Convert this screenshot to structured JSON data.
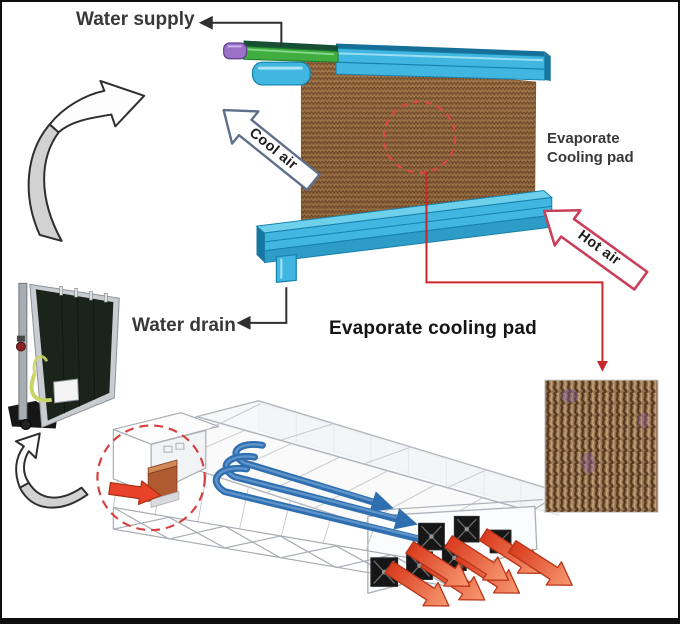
{
  "labels": {
    "water_supply": "Water supply",
    "cool_air": "Cool air",
    "evaporate_side_line1": "Evaporate",
    "evaporate_side_line2": "Cooling pad",
    "hot_air": "Hot air",
    "water_drain": "Water drain",
    "caption": "Evaporate cooling pad"
  },
  "colors": {
    "pad_brown": "#a87c4e",
    "pad_brown_dark": "#6b4426",
    "rail_blue": "#41b6e0",
    "rail_blue_dark": "#1581ad",
    "pipe_green": "#3fae3e",
    "pipe_cap_purple": "#9a70c8",
    "cool_air_outline": "#5d6f8c",
    "hot_air_outline": "#c8405a",
    "highlight_red_dashed": "#d64040",
    "connector_red": "#c62828",
    "flow_arrow_blue": "#2f6fb0",
    "exhaust_arrow_orange": "#e8502e",
    "recycle_arrow_gray": "#d2d2d2",
    "label_text": "#383838"
  }
}
